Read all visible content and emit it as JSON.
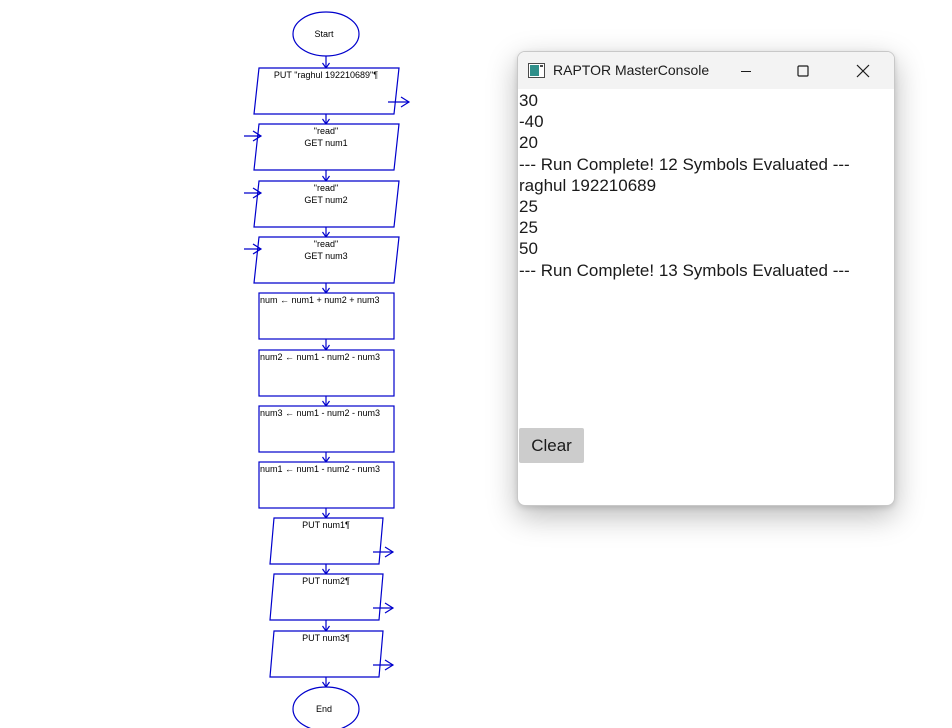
{
  "flowchart": {
    "start_label": "Start",
    "end_label": "End",
    "steps": [
      {
        "kind": "output",
        "lines": [
          "PUT \"raghul 192210689\"¶"
        ]
      },
      {
        "kind": "input",
        "lines": [
          "\"read\"",
          "GET num1"
        ]
      },
      {
        "kind": "input",
        "lines": [
          "\"read\"",
          "GET num2"
        ]
      },
      {
        "kind": "input",
        "lines": [
          "\"read\"",
          "GET num3"
        ]
      },
      {
        "kind": "assign",
        "lines": [
          "num ← num1 + num2 + num3"
        ]
      },
      {
        "kind": "assign",
        "lines": [
          "num2 ← num1 - num2 - num3"
        ]
      },
      {
        "kind": "assign",
        "lines": [
          "num3 ← num1 - num2 - num3"
        ]
      },
      {
        "kind": "assign",
        "lines": [
          "num1 ← num1 - num2 - num3"
        ]
      },
      {
        "kind": "output",
        "lines": [
          "PUT num1¶"
        ]
      },
      {
        "kind": "output",
        "lines": [
          "PUT num2¶"
        ]
      },
      {
        "kind": "output",
        "lines": [
          "PUT num3¶"
        ]
      }
    ]
  },
  "console": {
    "title": "RAPTOR MasterConsole",
    "icon": "console-window-icon",
    "controls": [
      "minimize-icon",
      "maximize-icon",
      "close-icon"
    ],
    "output_lines": [
      "30",
      "-40",
      "20",
      "--- Run Complete!  12 Symbols Evaluated ---",
      "raghul 192210689",
      "25",
      "25",
      "50",
      "--- Run Complete!  13 Symbols Evaluated ---"
    ],
    "clear_label": "Clear"
  },
  "colors": {
    "flowchart_stroke": "#0000cc",
    "titlebar_bg": "#f3f3f3",
    "clear_button_bg": "#cccccc"
  }
}
